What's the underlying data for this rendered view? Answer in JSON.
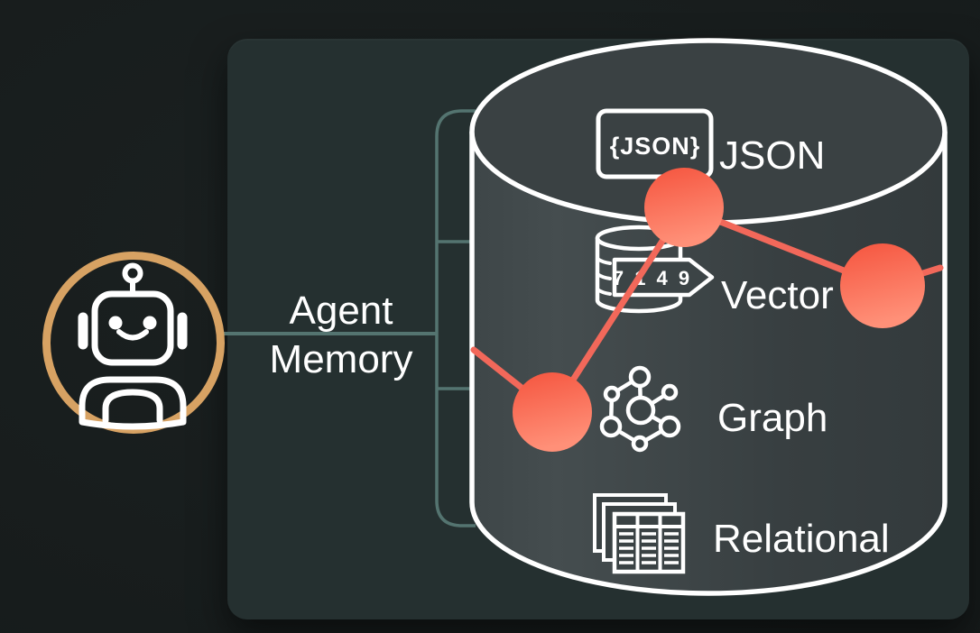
{
  "diagram": {
    "agent": {
      "icon": "robot-icon",
      "label_line1": "Agent",
      "label_line2": "Memory"
    },
    "memory_store": {
      "shape": "database-cylinder",
      "items": [
        {
          "label": "JSON",
          "icon": "json-badge-icon",
          "badge_text": "{JSON}"
        },
        {
          "label": "Vector",
          "icon": "vector-database-icon",
          "tag_digits": "7 1 4 9"
        },
        {
          "label": "Graph",
          "icon": "graph-network-icon"
        },
        {
          "label": "Relational",
          "icon": "relational-tables-icon"
        }
      ],
      "overlay_node_count": 3
    },
    "colors": {
      "background": "#171C1C",
      "panel": "#253030",
      "cylinder_fill": "#3E4648",
      "stroke_white": "#FFFFFF",
      "accent_coral": "#F96450",
      "accent_gold": "#D7A263",
      "connector_teal": "#547470"
    }
  }
}
